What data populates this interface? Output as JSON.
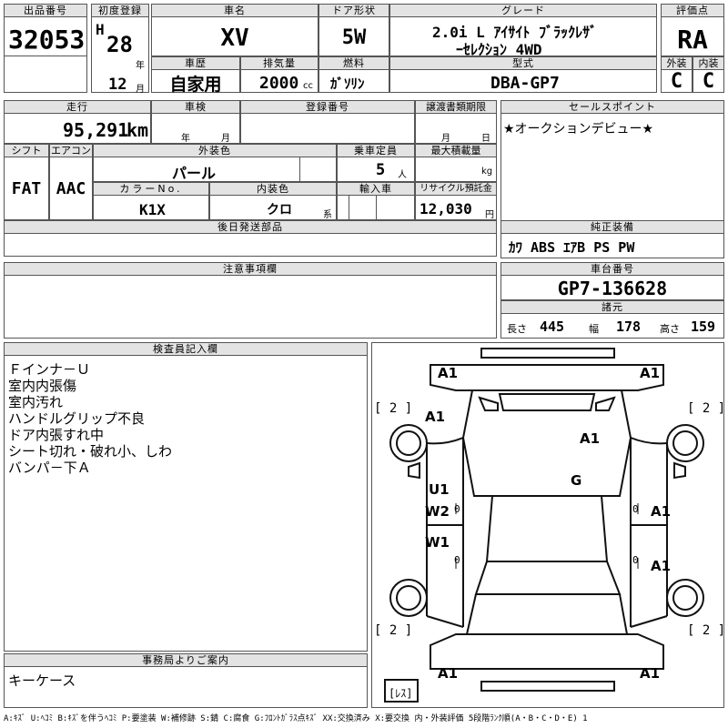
{
  "header": {
    "lot_label": "出品番号",
    "lot_no": "32053",
    "first_reg_label": "初度登録",
    "era": "H",
    "year": "28",
    "year_unit": "年",
    "month": "12",
    "month_unit": "月",
    "car_name_label": "車名",
    "car_name": "XV",
    "door_label": "ドア形状",
    "door": "5W",
    "grade_label": "グレード",
    "grade_line1": "2.0i L ｱｲｻｲﾄ ﾌﾞﾗｯｸﾚｻﾞ",
    "grade_line2": "ｰｾﾚｸｼｮﾝ 4WD",
    "eval_label": "評価点",
    "eval": "RA",
    "history_label": "車歴",
    "history": "自家用",
    "disp_label": "排気量",
    "disp": "2000",
    "disp_unit": "cc",
    "fuel_label": "燃料",
    "fuel": "ｶﾞｿﾘﾝ",
    "model_label": "型式",
    "model": "DBA-GP7",
    "ext_label": "外装",
    "ext": "C",
    "int_label": "内装",
    "int": "C"
  },
  "row2": {
    "mileage_label": "走行",
    "mileage": "95,291",
    "mileage_unit": "km",
    "inspect_label": "車検",
    "inspect_year": "年",
    "inspect_month": "月",
    "reg_label": "登録番号",
    "doc_label": "譲渡書類期限",
    "doc_month": "月",
    "doc_day": "日",
    "sales_label": "セールスポイント",
    "sales_text": "★オークションデビュー★"
  },
  "row3": {
    "shift_label": "シフト",
    "shift": "FAT",
    "ac_label": "エアコン",
    "ac": "AAC",
    "color_label": "外装色",
    "color": "パール",
    "seats_label": "乗車定員",
    "seats": "5",
    "seats_unit": "人",
    "load_label": "最大積載量",
    "load_unit": "kg",
    "color_no_label": "カラーNo.",
    "color_no": "K1X",
    "int_color_label": "内装色",
    "int_color": "クロ",
    "int_color_unit": "系",
    "import_label": "輸入車",
    "recycle_label": "リサイクル預託金",
    "recycle": "12,030",
    "recycle_unit": "円"
  },
  "parts": {
    "label": "後日発送部品"
  },
  "equip": {
    "label": "純正装備",
    "value": "ｶﾜ ABS ｴｱB PS PW"
  },
  "notes": {
    "label": "注意事項欄"
  },
  "chassis": {
    "label": "車台番号",
    "value": "GP7-136628"
  },
  "spec": {
    "label": "諸元",
    "len_label": "長さ",
    "len": "445",
    "wid_label": "幅",
    "wid": "178",
    "hgt_label": "高さ",
    "hgt": "159"
  },
  "inspector": {
    "label": "検査員記入欄",
    "lines": [
      "Ｆインナ－Ｕ",
      "室内内張傷",
      "室内汚れ",
      "ハンドルグリップ不良",
      "ドア内張すれ中",
      "シート切れ・破れ小、しわ",
      "バンパ－下Ａ"
    ]
  },
  "office": {
    "label": "事務局よりご案内",
    "text": "キーケース"
  },
  "diagram": {
    "marks": {
      "front_left": "A1",
      "front_right": "A1",
      "hood_left": "A1",
      "hood_right": "A1",
      "roof": "G",
      "left_front_door": "U1",
      "left_front_door2": "W2",
      "left_rear_door": "W1",
      "right_front_door": "A1",
      "right_rear_door": "A1",
      "rear_left": "A1",
      "rear_right": "A1",
      "tire_fl": "[ 2 ]",
      "tire_fr": "[ 2 ]",
      "tire_rl": "[ 2 ]",
      "tire_rr": "[ 2 ]",
      "spare": "[ﾚｽ]",
      "zero1": "0",
      "zero2": "0",
      "zero3": "0",
      "zero4": "0"
    }
  },
  "legend": "A:ｷｽﾞ U:ﾍｺﾐ B:ｷｽﾞを伴うﾍｺﾐ P:要塗装 W:補修跡 S:錆 C:腐食 G:ﾌﾛﾝﾄｶﾞﾗｽ点ｷｽﾞ XX:交換済み X:要交換 内・外装評価 5段階ﾗﾝｸ順(A・B・C・D・E) 1"
}
